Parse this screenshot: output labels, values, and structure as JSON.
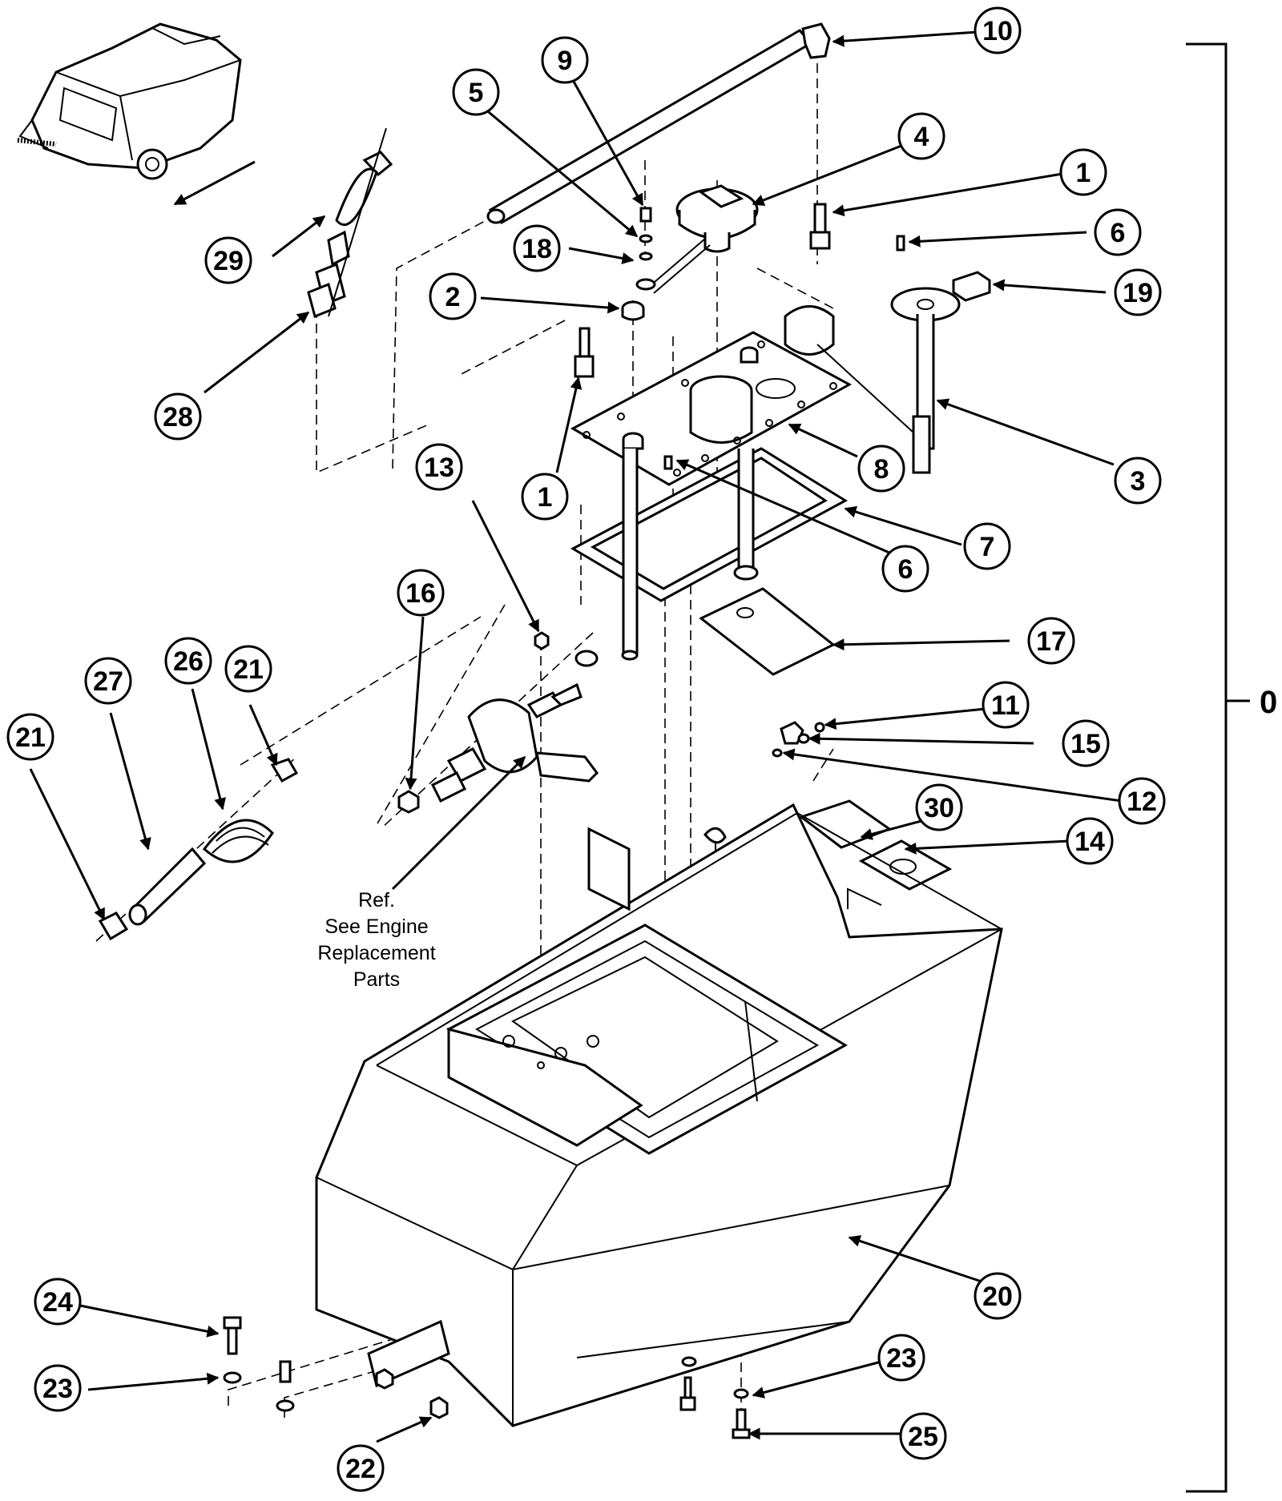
{
  "callouts": [
    {
      "id": "c1a",
      "label": "1"
    },
    {
      "id": "c1b",
      "label": "1"
    },
    {
      "id": "c2",
      "label": "2"
    },
    {
      "id": "c3",
      "label": "3"
    },
    {
      "id": "c4",
      "label": "4"
    },
    {
      "id": "c5",
      "label": "5"
    },
    {
      "id": "c6a",
      "label": "6"
    },
    {
      "id": "c6b",
      "label": "6"
    },
    {
      "id": "c7",
      "label": "7"
    },
    {
      "id": "c8",
      "label": "8"
    },
    {
      "id": "c9",
      "label": "9"
    },
    {
      "id": "c10",
      "label": "10"
    },
    {
      "id": "c11",
      "label": "11"
    },
    {
      "id": "c12",
      "label": "12"
    },
    {
      "id": "c13",
      "label": "13"
    },
    {
      "id": "c14",
      "label": "14"
    },
    {
      "id": "c15",
      "label": "15"
    },
    {
      "id": "c16",
      "label": "16"
    },
    {
      "id": "c17",
      "label": "17"
    },
    {
      "id": "c18",
      "label": "18"
    },
    {
      "id": "c19",
      "label": "19"
    },
    {
      "id": "c20",
      "label": "20"
    },
    {
      "id": "c21a",
      "label": "21"
    },
    {
      "id": "c21b",
      "label": "21"
    },
    {
      "id": "c22",
      "label": "22"
    },
    {
      "id": "c23a",
      "label": "23"
    },
    {
      "id": "c23b",
      "label": "23"
    },
    {
      "id": "c24",
      "label": "24"
    },
    {
      "id": "c25",
      "label": "25"
    },
    {
      "id": "c26",
      "label": "26"
    },
    {
      "id": "c27",
      "label": "27"
    },
    {
      "id": "c28",
      "label": "28"
    },
    {
      "id": "c29",
      "label": "29"
    },
    {
      "id": "c30",
      "label": "30"
    }
  ],
  "reference_note": [
    "Ref.",
    "See Engine",
    "Replacement",
    "Parts"
  ],
  "assembly_label": "0"
}
